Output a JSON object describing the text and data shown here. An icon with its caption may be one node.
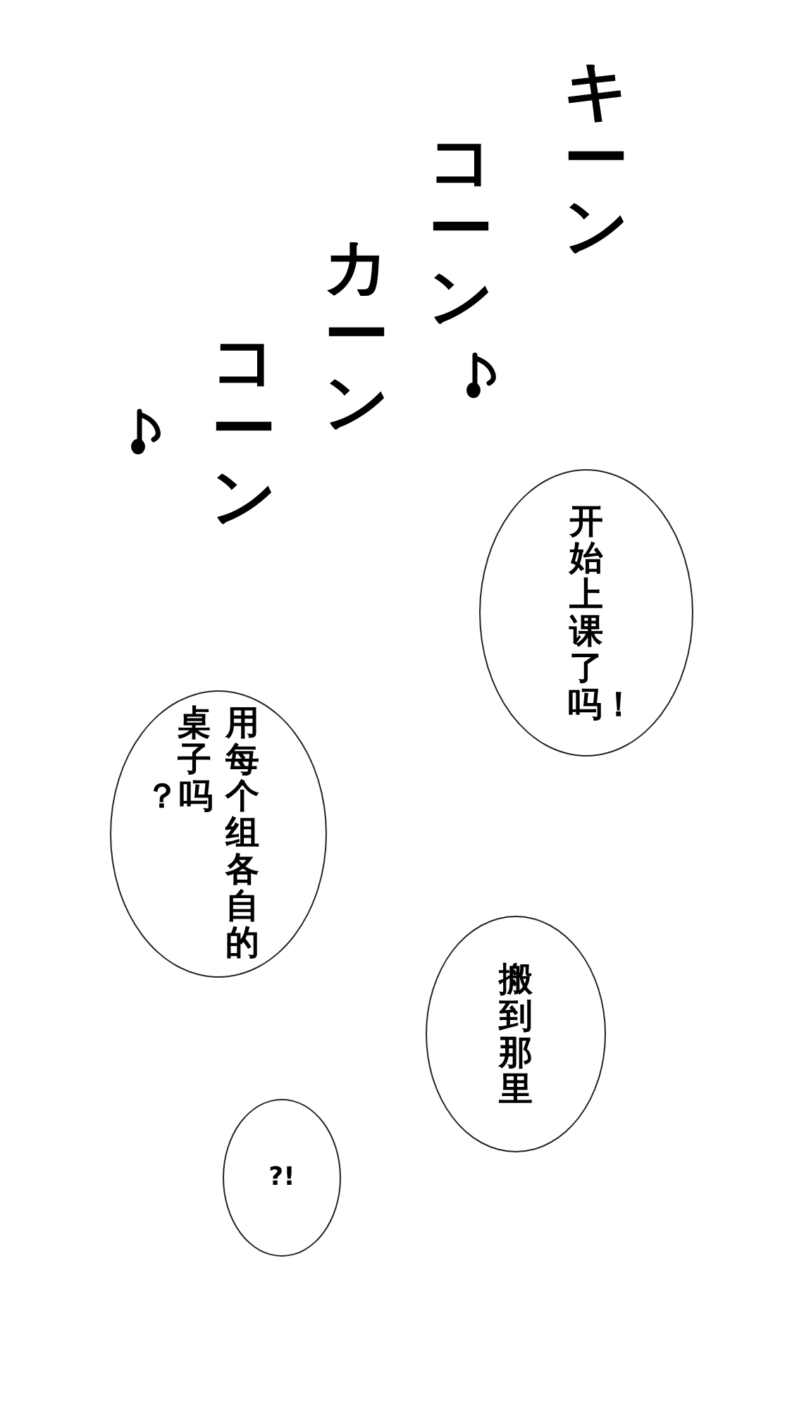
{
  "diagram": {
    "nodes": [
      {
        "text": [
          "开始上课了吗！"
        ]
      },
      {
        "text": [
          "用每个组各自的桌子吗？"
        ]
      },
      {
        "text": [
          "搬到那里"
        ]
      },
      {
        "text": [
          "?!"
        ]
      }
    ],
    "labels": [
      "キーン",
      "コーン",
      "カーン",
      "コーン"
    ]
  }
}
